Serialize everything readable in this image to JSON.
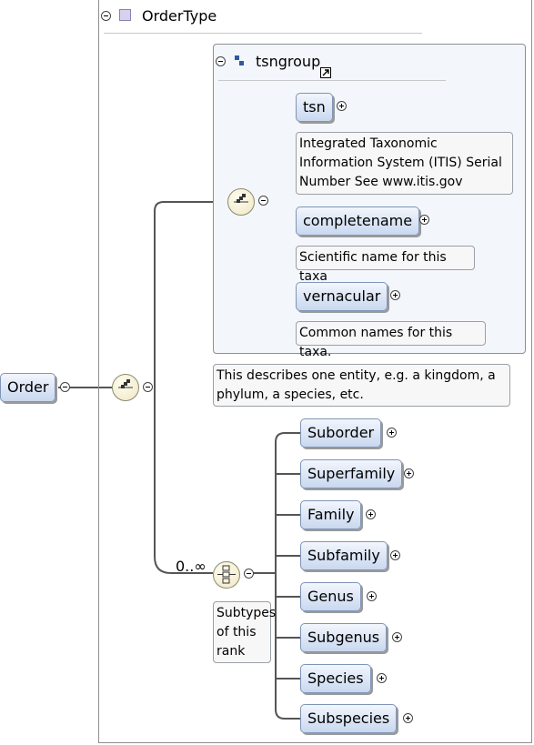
{
  "complex_type": {
    "name": "OrderType"
  },
  "root_element": {
    "name": "Order"
  },
  "group": {
    "name": "tsngroup",
    "elements": [
      {
        "name": "tsn",
        "annotation": "Integrated Taxonomic Information System (ITIS) Serial Number See www.itis.gov"
      },
      {
        "name": "completename",
        "annotation": "Scientific name for this taxa"
      },
      {
        "name": "vernacular",
        "annotation": "Common names for this taxa."
      }
    ],
    "annotation": "This describes one entity, e.g. a kingdom, a phylum, a species, etc."
  },
  "choice": {
    "cardinality": "0..∞",
    "annotation": "Subtypes of this rank",
    "elements": [
      "Suborder",
      "Superfamily",
      "Family",
      "Subfamily",
      "Genus",
      "Subgenus",
      "Species",
      "Subspecies"
    ]
  },
  "colors": {
    "element_fill": "#c9d8ef",
    "element_border": "#7f95b5",
    "line": "#555555",
    "compositor_fill": "#efe6c4"
  },
  "icons": {
    "collapse": "minus-circle-icon",
    "expand": "plus-circle-icon",
    "sequence": "sequence-compositor-icon",
    "choice": "choice-compositor-icon",
    "group": "group-icon",
    "complex_type": "complex-type-icon",
    "reference": "reference-arrow-icon"
  }
}
